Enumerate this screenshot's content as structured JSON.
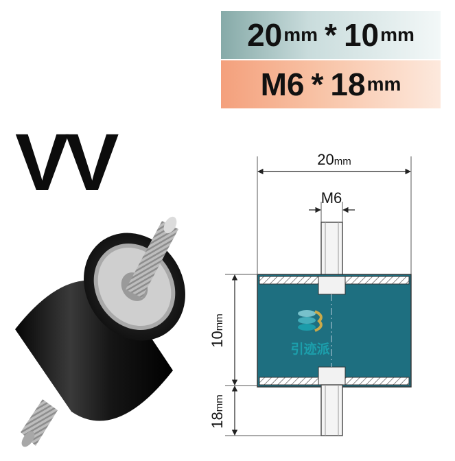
{
  "banner_top": {
    "main": "20",
    "unit1": "mm",
    "star": "*",
    "main2": "10",
    "unit2": "mm"
  },
  "banner_bottom": {
    "main": "M6",
    "star": "*",
    "main2": "18",
    "unit2": "mm"
  },
  "brand": {
    "text": "VV"
  },
  "drawing": {
    "width_num": "20",
    "width_unit": "mm",
    "thread_label": "M6",
    "height_num": "10",
    "height_unit": "mm",
    "stud_num": "18",
    "stud_unit": "mm"
  },
  "watermark": {
    "text": "引迹派"
  },
  "colors": {
    "banner_top_start": "#86aaa8",
    "banner_bottom_start": "#f4a07c",
    "rubber_section": "#1e6f80",
    "rubber_photo": "#1a1a1a",
    "steel": "#c8c8c8"
  }
}
